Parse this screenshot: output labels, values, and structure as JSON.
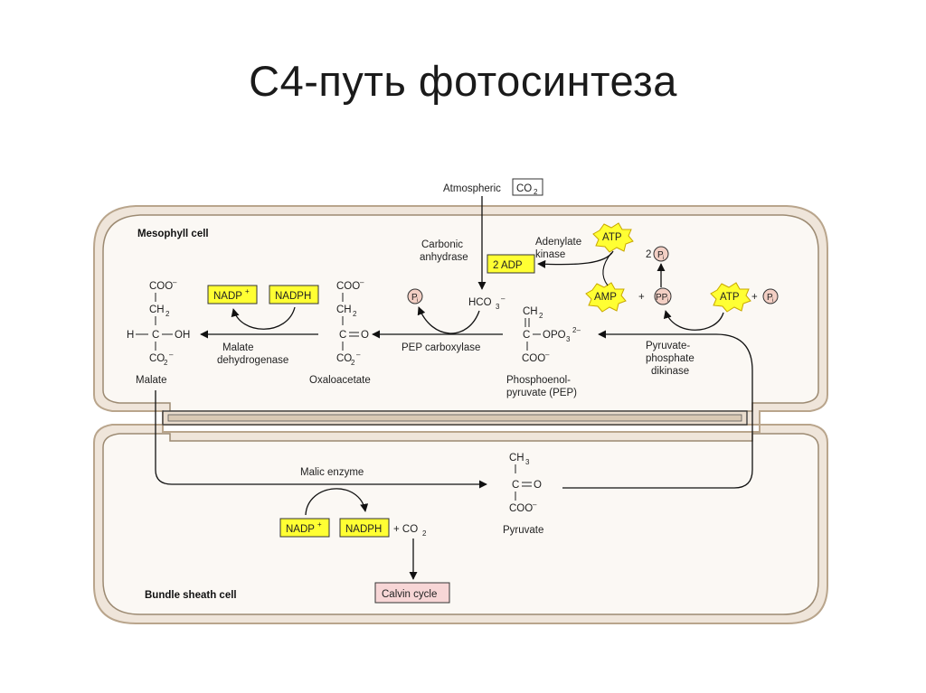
{
  "title": "C4-путь фотосинтеза",
  "diagram": {
    "atmospheric_co2": {
      "label": "Atmospheric",
      "formula": "CO",
      "subscript": "2"
    },
    "mesophyll_cell": "Mesophyll cell",
    "bundle_sheath_cell": "Bundle sheath cell",
    "carbonic_anhydrase": [
      "Carbonic",
      "anhydrase"
    ],
    "adenylate_kinase": [
      "Adenylate",
      "kinase"
    ],
    "two_adp": "2 ADP",
    "atp": "ATP",
    "amp": "AMP",
    "ppi": "PP",
    "pi": "P",
    "pi_sub": "i",
    "two_pi_coeff": "2",
    "plus": "+",
    "hco3": {
      "base": "HCO",
      "sub": "3",
      "sup": "–"
    },
    "nadp": "NADP",
    "nadp_sup": "+",
    "nadph": "NADPH",
    "malate_dehydrogenase": [
      "Malate",
      "dehydrogenase"
    ],
    "pep_carboxylase": "PEP carboxylase",
    "pyruvate_phosphate_dikinase": [
      "Pyruvate-",
      "phosphate",
      "dikinase"
    ],
    "malic_enzyme": "Malic enzyme",
    "co2_product": {
      "prefix": "+ CO",
      "sub": "2"
    },
    "calvin_cycle": "Calvin cycle",
    "malate": {
      "name": "Malate",
      "coo": "COO",
      "coo_sup": "–",
      "ch2": "CH",
      "ch2_sub": "2",
      "h": "H",
      "c": "C",
      "oh": "OH",
      "co2": "CO",
      "co2_sub": "2",
      "co2_sup": "–"
    },
    "oxaloacetate": {
      "name": "Oxaloacetate",
      "coo": "COO",
      "coo_sup": "–",
      "ch2": "CH",
      "ch2_sub": "2",
      "c": "C",
      "o": "O",
      "co2": "CO",
      "co2_sub": "2",
      "co2_sup": "–"
    },
    "pep": {
      "name": [
        "Phosphoenol-",
        "pyruvate (PEP)"
      ],
      "ch2": "CH",
      "ch2_sub": "2",
      "c": "C",
      "opo3": "OPO",
      "opo3_sub": "3",
      "opo3_sup": "2–",
      "coo": "COO",
      "coo_sup": "–"
    },
    "pyruvate": {
      "name": "Pyruvate",
      "ch3": "CH",
      "ch3_sub": "3",
      "c": "C",
      "o": "O",
      "coo": "COO",
      "coo_sup": "–"
    }
  },
  "colors": {
    "cell_outer": "#c9b49a",
    "cell_fill": "#fbf7f2",
    "cofactor_yellow": "#ffff33",
    "calvin_pink": "#f7d6d6",
    "pi_circle": "#f3cfc4"
  }
}
